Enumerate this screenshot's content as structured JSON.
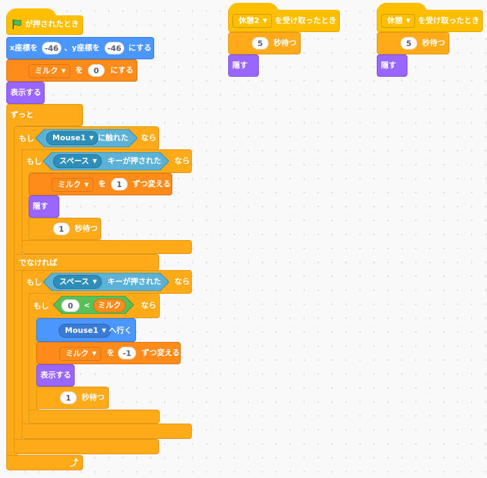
{
  "script_main": {
    "when_flag": {
      "label": "が押されたとき",
      "icon": "green-flag-icon"
    },
    "goto_xy": {
      "x_label": "x座標を",
      "x_value": "-46",
      "y_label": "、y座標を",
      "y_value": "-46",
      "suffix": "にする"
    },
    "set_var": {
      "var": "ミルク",
      "mid": "を",
      "value": "0",
      "suffix": "にする"
    },
    "show1": "表示する",
    "forever": "ずっと",
    "if1": {
      "prefix": "もし",
      "sprite": "Mouse1",
      "label": "に触れた",
      "then": "なら"
    },
    "if2": {
      "prefix": "もし",
      "key": "スペース",
      "label": "キーが押された",
      "then": "なら"
    },
    "change1": {
      "var": "ミルク",
      "mid": "を",
      "value": "1",
      "suffix": "ずつ変える"
    },
    "hide1": "隠す",
    "wait1": {
      "value": "1",
      "label": "秒待つ"
    },
    "else": "でなければ",
    "if3": {
      "prefix": "もし",
      "key": "スペース",
      "label": "キーが押された",
      "then": "なら"
    },
    "if4": {
      "prefix": "もし",
      "left": "0",
      "op": "<",
      "right": "ミルク",
      "then": "なら"
    },
    "goto_sprite": {
      "sprite": "Mouse1",
      "label": "へ行く"
    },
    "change2": {
      "var": "ミルク",
      "mid": "を",
      "value": "-1",
      "suffix": "ずつ変える"
    },
    "show2": "表示する",
    "wait2": {
      "value": "1",
      "label": "秒待つ"
    }
  },
  "script_b": {
    "message": "休憩2",
    "label": "を受け取ったとき",
    "wait_value": "5",
    "wait_label": "秒待つ",
    "hide": "隠す"
  },
  "script_c": {
    "message": "休憩",
    "label": "を受け取ったとき",
    "wait_value": "5",
    "wait_label": "秒待つ",
    "hide": "隠す"
  },
  "colors": {
    "events": "#ffbf00",
    "control": "#ffab19",
    "motion": "#4c97ff",
    "variables": "#ff8c1a",
    "looks": "#9966ff",
    "sensing": "#5cb1d6",
    "operators": "#59c059"
  }
}
